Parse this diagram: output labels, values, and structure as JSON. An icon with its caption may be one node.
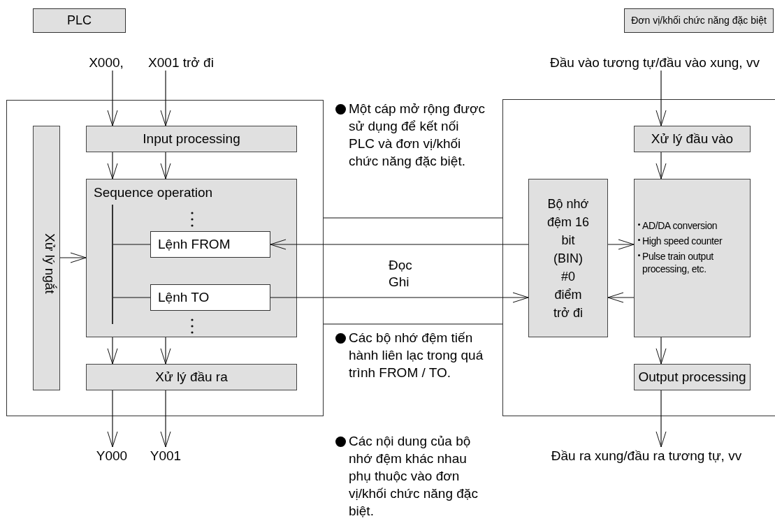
{
  "diagram": {
    "nodes": [
      {
        "text": [
          "PLC"
        ]
      },
      {
        "text": [
          "Đơn vị/khối chức năng đặc biệt"
        ]
      },
      {
        "text": [
          "X000,"
        ]
      },
      {
        "text": [
          "X001 trở đi"
        ]
      },
      {
        "text": [
          "Đầu vào tương tự/đầu vào xung, vv"
        ]
      },
      {
        "text": [],
        "shape": "box"
      },
      {
        "text": [
          "Xử lý ngắt"
        ],
        "in": 5
      },
      {
        "text": [
          "Input processing"
        ],
        "in": 5
      },
      {
        "text": [
          "Sequence operation"
        ],
        "in": 5
      },
      {
        "text": [],
        "shape": "bar",
        "in": 8
      },
      {
        "text": [
          "Lệnh FROM"
        ],
        "in": 8
      },
      {
        "text": [
          "Lệnh TO"
        ],
        "in": 8
      },
      {
        "text": [
          "Xử lý đầu ra"
        ],
        "in": 5
      },
      {
        "text": [],
        "shape": "box"
      },
      {
        "text": [
          "Xử lý đầu vào"
        ],
        "in": 13
      },
      {
        "text": [
          "Bộ nhớ đệm 16 bit (BIN) #0 điểm trở đi"
        ],
        "in": 13
      },
      {
        "text": [
          "AD/DA conversion",
          "High speed counter",
          "Pulse train output processing, etc."
        ],
        "in": 13
      },
      {
        "text": [
          "Output processing"
        ],
        "in": 13
      },
      {
        "text": [
          "Y000"
        ]
      },
      {
        "text": [
          "Y001"
        ]
      },
      {
        "text": [
          "Đầu ra xung/đầu ra tương tự, vv"
        ]
      }
    ],
    "edges": [
      {
        "from": 2,
        "to": 7,
        "arrow": "to"
      },
      {
        "from": 3,
        "to": 7,
        "arrow": "to"
      },
      {
        "from": 7,
        "to": 8,
        "arrow": "to"
      },
      {
        "from": 7,
        "to": 8,
        "arrow": "to"
      },
      {
        "from": 8,
        "to": 12,
        "arrow": "to"
      },
      {
        "from": 8,
        "to": 12,
        "arrow": "to"
      },
      {
        "from": 12,
        "to": 18,
        "arrow": "to"
      },
      {
        "from": 12,
        "to": 19,
        "arrow": "to"
      },
      {
        "from": 6,
        "to": 8,
        "arrow": "to"
      },
      {
        "from": 9,
        "to": 10,
        "arrow": "none"
      },
      {
        "from": 9,
        "to": 11,
        "arrow": "none"
      },
      {
        "from": 15,
        "to": 10,
        "arrow": "to"
      },
      {
        "from": 11,
        "to": 15,
        "arrow": "to"
      },
      {
        "from": 15,
        "to": 16,
        "arrow": "to"
      },
      {
        "from": 16,
        "to": 15,
        "arrow": "to"
      },
      {
        "from": 5,
        "to": 13,
        "arrow": "none"
      },
      {
        "from": 5,
        "to": 13,
        "arrow": "none"
      },
      {
        "from": 4,
        "to": 14,
        "arrow": "to"
      },
      {
        "from": 14,
        "to": 16,
        "arrow": "to"
      },
      {
        "from": 16,
        "to": 17,
        "arrow": "to"
      },
      {
        "from": 17,
        "to": 20,
        "arrow": "to"
      }
    ],
    "labels": [
      "Một cáp mở rộng được sử dụng để kết nối PLC và đơn vị/khối chức năng đặc biệt.",
      "Đọc",
      "Ghi",
      "Các bộ nhớ đệm tiến hành liên lạc trong quá trình FROM / TO.",
      "Các nội dung của bộ nhớ đệm khác nhau phụ thuộc vào đơn vị/khối chức năng đặc biệt."
    ]
  }
}
